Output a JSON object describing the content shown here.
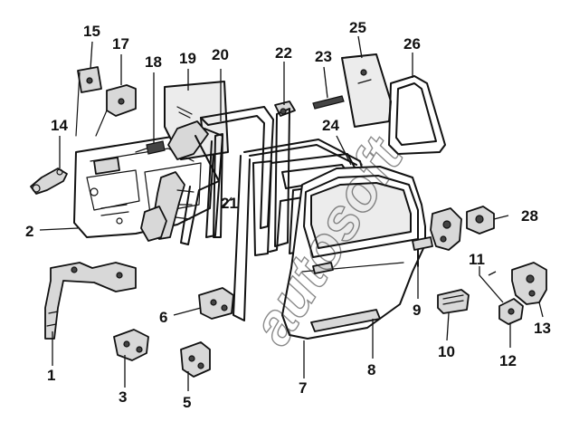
{
  "labels": {
    "l1": "1",
    "l2": "2",
    "l3": "3",
    "l5": "5",
    "l6": "6",
    "l7": "7",
    "l8": "8",
    "l9": "9",
    "l10": "10",
    "l11": "11",
    "l12": "12",
    "l13": "13",
    "l14": "14",
    "l15": "15",
    "l17": "17",
    "l18": "18",
    "l19": "19",
    "l20": "20",
    "l21": "21",
    "l22": "22",
    "l23": "23",
    "l24": "24",
    "l25": "25",
    "l26": "26",
    "l28": "28"
  },
  "watermark": "autosoft"
}
